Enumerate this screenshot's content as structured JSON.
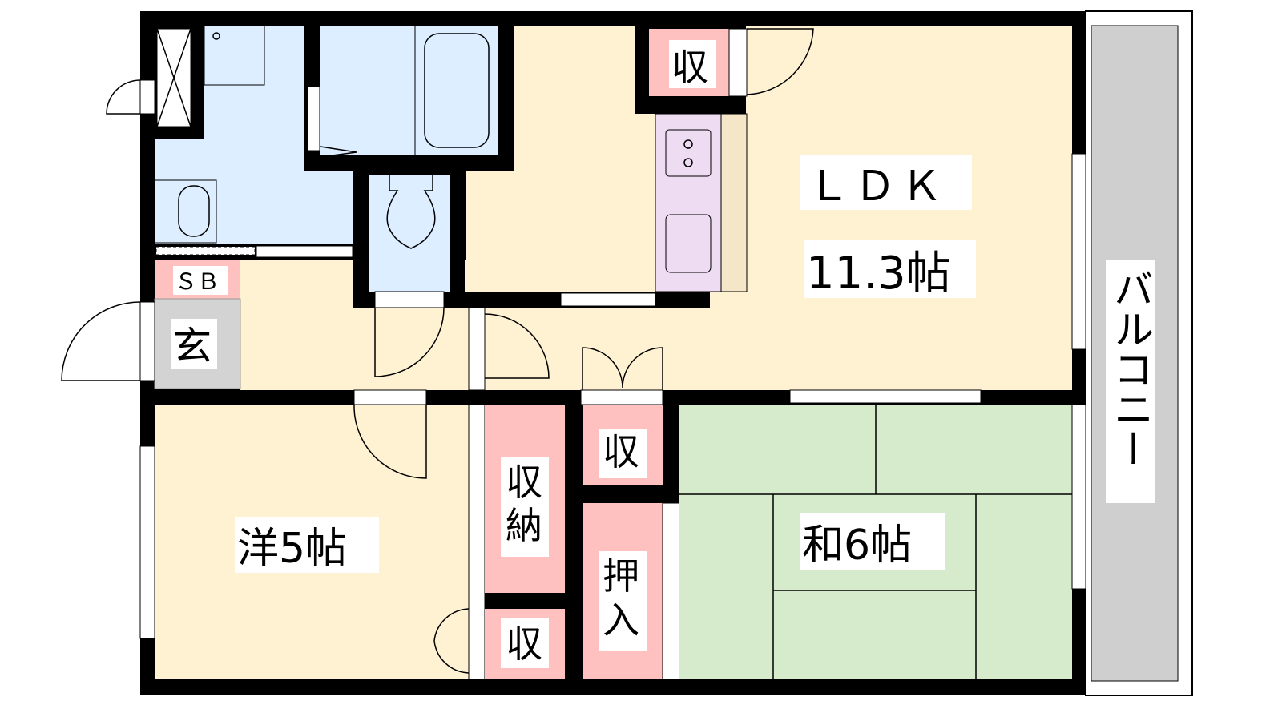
{
  "floorplan": {
    "rooms": {
      "ldk_name": "ＬＤＫ",
      "ldk_size": "11.3帖",
      "western": "洋5帖",
      "japanese": "和6帖",
      "balcony": "バルコニー",
      "entrance": "玄",
      "shoe_box": "ＳＢ",
      "storage_top": "収",
      "storage_large": "収納",
      "storage_small_left": "収",
      "storage_mid": "収",
      "oshiire": "押入"
    },
    "colors": {
      "wall": "#000000",
      "living": "#FFF2D2",
      "wet": "#DCEEFF",
      "storage": "#FFC0C0",
      "tatami": "#D5EBCB",
      "entrance": "#D3D3D3",
      "kitchen": "#EEDCF3",
      "balcony": "#CFCFCF"
    }
  }
}
